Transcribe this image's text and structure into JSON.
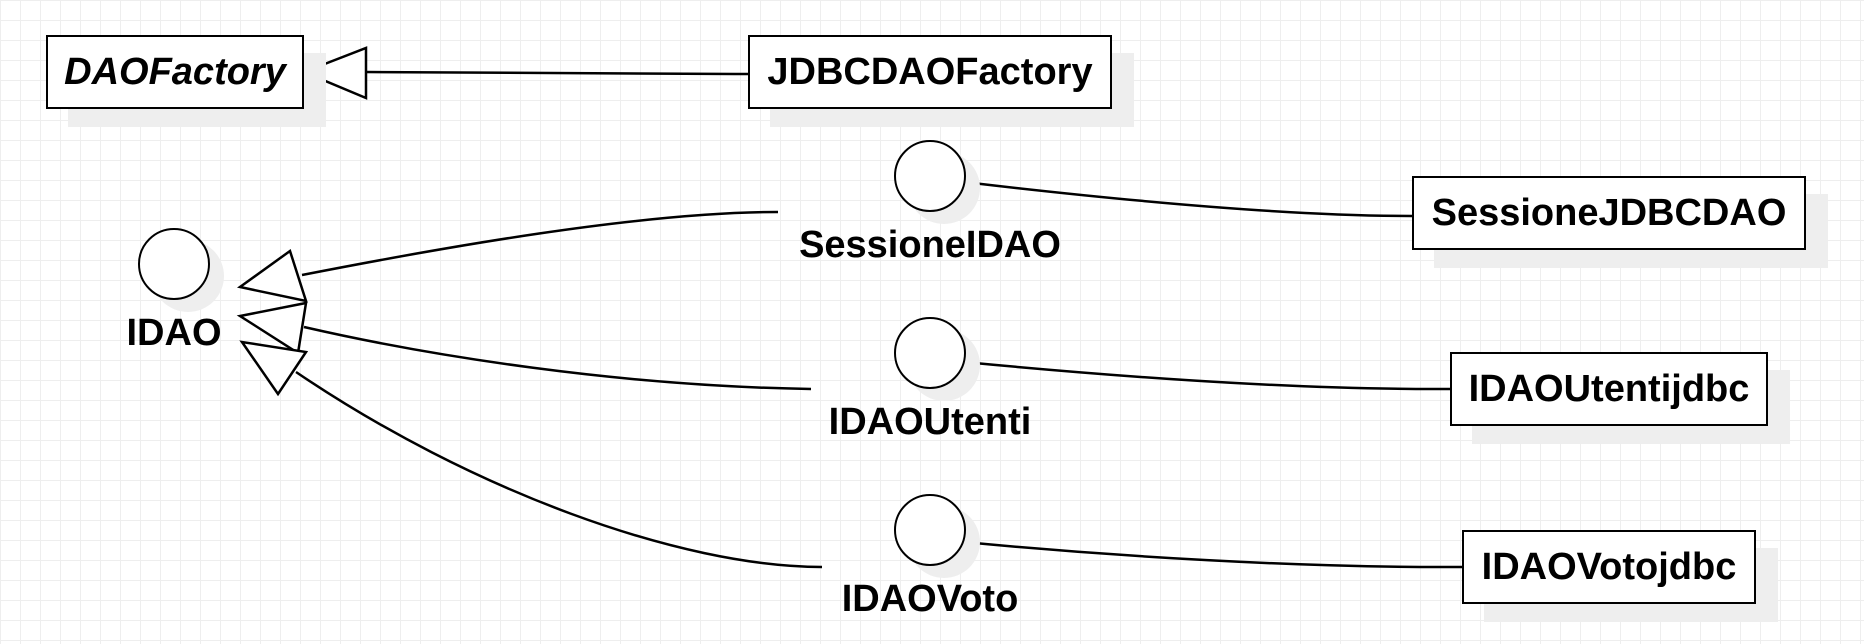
{
  "diagram": {
    "classes": {
      "dao_factory": "DAOFactory",
      "jdbc_dao_factory": "JDBCDAOFactory",
      "sessione_jdbc_dao": "SessioneJDBCDAO",
      "idao_utenti_jdbc": "IDAOUtentijdbc",
      "idao_voto_jdbc": "IDAOVotojdbc"
    },
    "interfaces": {
      "idao": "IDAO",
      "sessione_idao": "SessioneIDAO",
      "idao_utenti": "IDAOUtenti",
      "idao_voto": "IDAOVoto"
    },
    "relations": [
      {
        "from": "JDBCDAOFactory",
        "to": "DAOFactory",
        "type": "generalization"
      },
      {
        "from": "SessioneIDAO",
        "to": "IDAO",
        "type": "generalization"
      },
      {
        "from": "IDAOUtenti",
        "to": "IDAO",
        "type": "generalization"
      },
      {
        "from": "IDAOVoto",
        "to": "IDAO",
        "type": "generalization"
      },
      {
        "from": "SessioneJDBCDAO",
        "to": "SessioneIDAO",
        "type": "realization"
      },
      {
        "from": "IDAOUtentijdbc",
        "to": "IDAOUtenti",
        "type": "realization"
      },
      {
        "from": "IDAOVotojdbc",
        "to": "IDAOVoto",
        "type": "realization"
      }
    ],
    "colors": {
      "stroke": "#000000",
      "shadow": "#eeeeee",
      "grid": "#eeeeee",
      "background": "#ffffff"
    }
  }
}
